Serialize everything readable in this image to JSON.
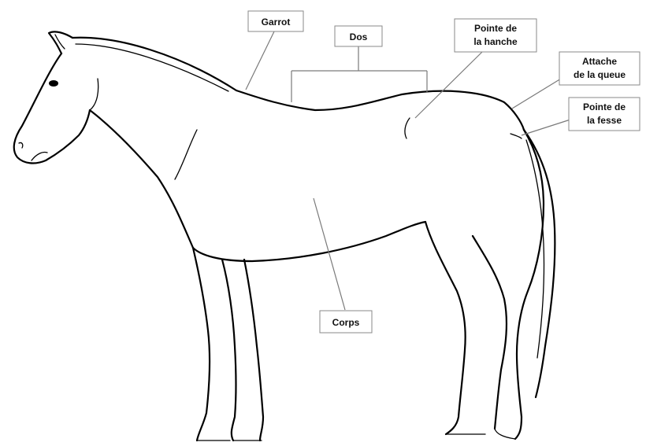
{
  "labels": {
    "garrot": "Garrot",
    "dos": "Dos",
    "pointe_hanche_1": "Pointe de",
    "pointe_hanche_2": "la hanche",
    "attache_queue_1": "Attache",
    "attache_queue_2": "de la queue",
    "pointe_fesse_1": "Pointe de",
    "pointe_fesse_2": "la fesse",
    "corps": "Corps"
  }
}
